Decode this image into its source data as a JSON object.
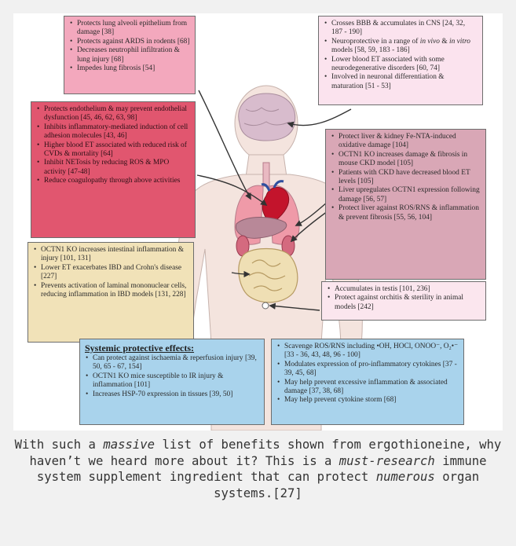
{
  "figure": {
    "boxes": {
      "lungs": {
        "color": "#f3a8bd",
        "items": [
          "Protects lung alveoli epithelium from damage [38]",
          "Protects against ARDS in rodents [68]",
          "Decreases neutrophil infiltration & lung injury [68]",
          "Impedes lung fibrosis [54]"
        ]
      },
      "brain": {
        "color": "#fbe3ee",
        "items": [
          "Crosses BBB & accumulates in CNS [24, 32, 187 - 190]",
          "Neuroprotective in a range of in vivo & in vitro models [58, 59, 183 - 186]",
          "Lower blood ET associated with some neurodegenerative disorders [60, 74]",
          "Involved in neuronal differentiation & maturation [51 - 53]"
        ]
      },
      "heart": {
        "color": "#e1566f",
        "items": [
          "Protects endothelium & may prevent endothelial dysfunction [45, 46, 62, 63, 98]",
          "Inhibits inflammatory-mediated induction of cell adhesion molecules [43, 46]",
          "Higher blood ET associated with reduced risk of CVDs & mortality [64]",
          "Inhibit NETosis by reducing ROS & MPO activity [47-48]",
          "Reduce coagulopathy through above activities"
        ]
      },
      "liver": {
        "color": "#d9a7b6",
        "items": [
          "Protect liver & kidney Fe-NTA-induced oxidative damage [104]",
          "OCTN1 KO increases damage & fibrosis in mouse CKD model [105]",
          "Patients with CKD have decreased blood ET levels [105]",
          "Liver upregulates OCTN1 expression following damage [56, 57]",
          "Protect liver against ROS/RNS & inflammation & prevent fibrosis [55, 56, 104]"
        ]
      },
      "intestine": {
        "color": "#f1e2b8",
        "items": [
          "OCTN1 KO increases intestinal inflammation & injury [101, 131]",
          "Lower ET exacerbates IBD and Crohn's disease [227]",
          "Prevents activation of laminal mononuclear cells, reducing inflammation in IBD models [131, 228]"
        ]
      },
      "testis": {
        "color": "#fbe6ee",
        "items": [
          "Accumulates in testis [101, 236]",
          "Protect against orchitis & sterility in animal models [242]"
        ]
      },
      "systemic": {
        "color": "#a9d3ec",
        "title": "Systemic protective effects:",
        "items": [
          "Can protect against ischaemia & reperfusion injury [39, 50, 65 - 67, 154]",
          "OCTN1 KO mice susceptible to IR injury & inflammation [101]",
          "Increases HSP-70 expression in tissues [39, 50]"
        ]
      },
      "ros": {
        "color": "#a9d3ec",
        "items": [
          "Scavenge ROS/RNS including •OH, HOCl, ONOO⁻, O₂•⁻ [33 - 36, 43, 48, 96 - 100]",
          "Modulates expression of pro-inflammatory cytokines [37 - 39, 45, 68]",
          "May help prevent excessive inflammation & associated damage [37, 38, 68]",
          "May help prevent cytokine storm [68]"
        ]
      }
    }
  },
  "caption": {
    "t1": "With such a ",
    "em1": "massive",
    "t2": " list of benefits shown from ergothioneine, why haven’t we heard more about it? This is a ",
    "em2": "must-research",
    "t3": " immune system supplement ingredient that can protect ",
    "em3": "numerous",
    "t4": " organ systems.[27]"
  }
}
